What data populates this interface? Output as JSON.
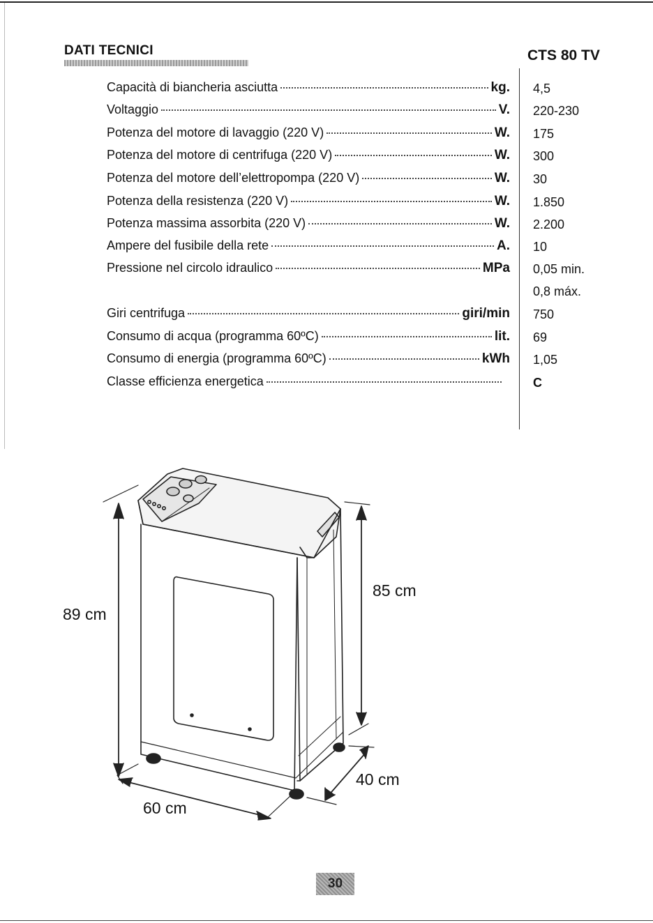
{
  "heading": "DATI TECNICI",
  "model": "CTS 80 TV",
  "specs": [
    {
      "label": "Capacità di biancheria asciutta",
      "unit": "kg.",
      "value": "4,5"
    },
    {
      "label": "Voltaggio",
      "unit": "V.",
      "value": "220-230"
    },
    {
      "label": "Potenza del motore di lavaggio (220 V)",
      "unit": "W.",
      "value": "175"
    },
    {
      "label": "Potenza del motore di centrifuga (220 V)",
      "unit": "W.",
      "value": "300"
    },
    {
      "label": "Potenza del motore dell’elettropompa (220 V)",
      "unit": "W.",
      "value": "30"
    },
    {
      "label": "Potenza della resistenza (220 V)",
      "unit": "W.",
      "value": "1.850"
    },
    {
      "label": "Potenza massima assorbita (220 V)",
      "unit": "W.",
      "value": "2.200"
    },
    {
      "label": "Ampere del fusibile della rete",
      "unit": "A.",
      "value": "10"
    },
    {
      "label": "Pressione nel circolo idraulico",
      "unit": "MPa",
      "value": "0,05 min.",
      "value2": "0,8 máx."
    },
    {
      "label": "Giri centrifuga",
      "unit": "giri/min",
      "value": "750"
    },
    {
      "label": "Consumo di acqua (programma 60ºC)",
      "unit": "lit.",
      "value": "69"
    },
    {
      "label": "Consumo di energia (programma 60ºC)",
      "unit": "kWh",
      "value": "1,05"
    },
    {
      "label": "Classe efficienza energetica",
      "unit": "",
      "value": "C"
    }
  ],
  "dimensions": {
    "height": "89 cm",
    "body_height": "85 cm",
    "width": "60 cm",
    "depth": "40 cm"
  },
  "page_number": "30"
}
